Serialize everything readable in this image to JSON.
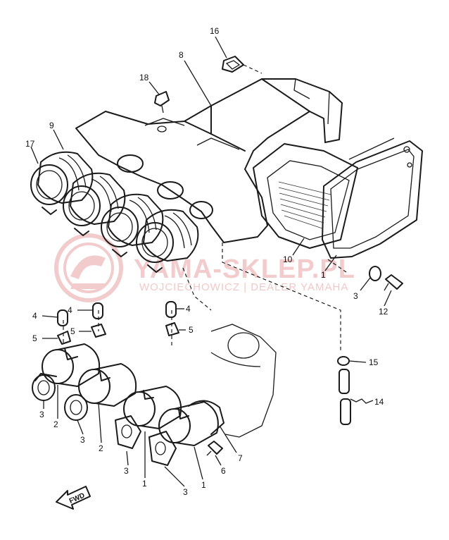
{
  "diagram": {
    "part_labels": {
      "l16": "16",
      "l8": "8",
      "l18": "18",
      "l9": "9",
      "l17": "17",
      "l10": "10",
      "l1a": "1",
      "l3a": "3",
      "l12": "12",
      "l4a": "4",
      "l4b": "4",
      "l4c": "4",
      "l5a": "5",
      "l5b": "5",
      "l5c": "5",
      "l15": "15",
      "l14": "14",
      "l3b": "3",
      "l2a": "2",
      "l3c": "3",
      "l2b": "2",
      "l3d": "3",
      "l1b": "1",
      "l3e": "3",
      "l1c": "1",
      "l6": "6",
      "l7": "7"
    },
    "fwd_label": "FWD"
  },
  "watermark": {
    "brand": "YAMA-SKLEP.PL",
    "subtitle": "WOJCIECHOWICZ | DEALER YAMAHA",
    "color": "#e8a4a4"
  }
}
